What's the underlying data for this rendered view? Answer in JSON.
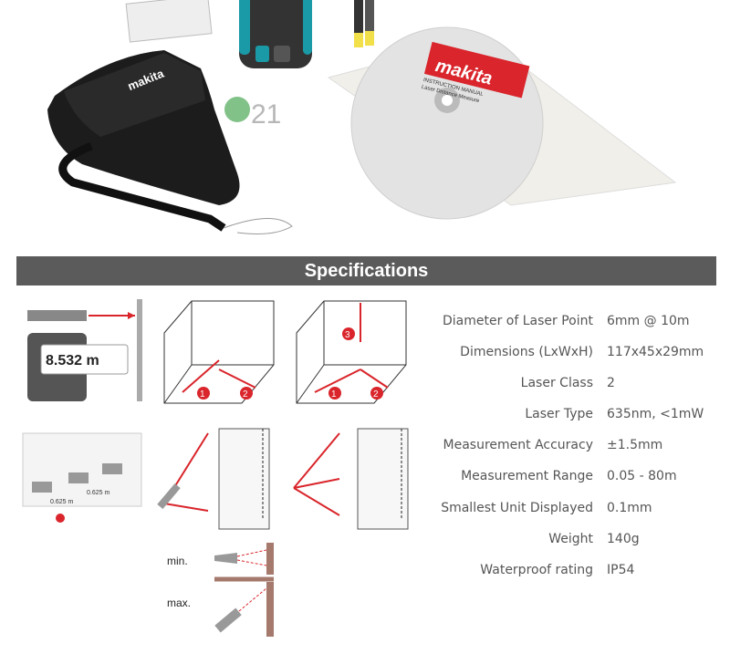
{
  "product_photo": {
    "case_brand": "makita",
    "cd_brand": "makita",
    "cd_title": "INSTRUCTION MANUAL",
    "cd_subtitle": "Laser Distance Measure",
    "watermark": "21"
  },
  "section_title": "Specifications",
  "diagrams": {
    "display_reading": "8.532 m",
    "markers": [
      "1",
      "2",
      "3"
    ],
    "segment_length": "0.625 m",
    "min_label": "min.",
    "max_label": "max."
  },
  "specs": [
    {
      "label": "Diameter of Laser Point",
      "value": "6mm @ 10m"
    },
    {
      "label": "Dimensions (LxWxH)",
      "value": "117x45x29mm"
    },
    {
      "label": "Laser Class",
      "value": "2"
    },
    {
      "label": "Laser Type",
      "value": "635nm, <1mW"
    },
    {
      "label": "Measurement Accuracy",
      "value": "±1.5mm"
    },
    {
      "label": "Measurement Range",
      "value": "0.05 - 80m"
    },
    {
      "label": "Smallest Unit Displayed",
      "value": "0.1mm"
    },
    {
      "label": "Weight",
      "value": "140g"
    },
    {
      "label": "Waterproof rating",
      "value": "IP54"
    }
  ],
  "colors": {
    "header_bg": "#5b5b5b",
    "accent_red": "#d9252b",
    "device_teal": "#1a9aa6"
  }
}
